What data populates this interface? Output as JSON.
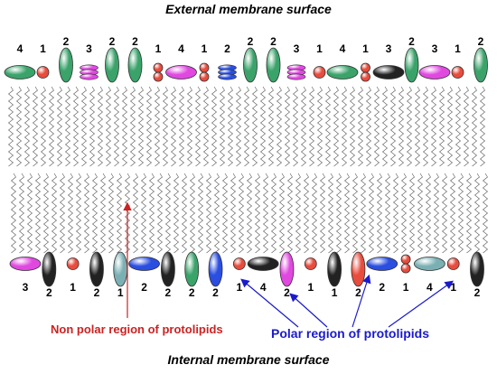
{
  "titles": {
    "external": "External membrane surface",
    "internal": "Internal membrane surface"
  },
  "annotations": {
    "nonpolar": "Non polar region of protolipids",
    "polar": "Polar region of protolipids"
  },
  "legend_types": {
    "1": "small red sphere pair",
    "2": "upright ellipsoid",
    "3": "stacked flat disks",
    "4": "wide flat ellipsoid"
  },
  "colors": {
    "green": "#3aa36a",
    "red": "#e84c3d",
    "magenta": "#e048e0",
    "blue": "#2a4ee0",
    "teal": "#7ab0b4",
    "black": "#222222",
    "nonpolar_arrow": "#cc2222",
    "polar_arrow": "#1a1acc"
  },
  "top_row": [
    {
      "label": "4",
      "type": "flat",
      "color": "green"
    },
    {
      "label": "1",
      "type": "ball",
      "color": "red"
    },
    {
      "label": "2",
      "type": "tall",
      "color": "green"
    },
    {
      "label": "3",
      "type": "disks",
      "color": "magenta"
    },
    {
      "label": "2",
      "type": "tall",
      "color": "green"
    },
    {
      "label": "2",
      "type": "tall",
      "color": "green"
    },
    {
      "label": "1",
      "type": "pair",
      "color": "red"
    },
    {
      "label": "4",
      "type": "flat",
      "color": "magenta"
    },
    {
      "label": "1",
      "type": "pair",
      "color": "red"
    },
    {
      "label": "2",
      "type": "disks",
      "color": "blue"
    },
    {
      "label": "2",
      "type": "tall",
      "color": "green"
    },
    {
      "label": "2",
      "type": "tall",
      "color": "green"
    },
    {
      "label": "3",
      "type": "disks",
      "color": "magenta"
    },
    {
      "label": "1",
      "type": "ball",
      "color": "red"
    },
    {
      "label": "4",
      "type": "flat",
      "color": "green"
    },
    {
      "label": "1",
      "type": "pair",
      "color": "red"
    },
    {
      "label": "3",
      "type": "flat",
      "color": "black"
    },
    {
      "label": "2",
      "type": "tall",
      "color": "green"
    },
    {
      "label": "3",
      "type": "flat",
      "color": "magenta"
    },
    {
      "label": "1",
      "type": "ball",
      "color": "red"
    },
    {
      "label": "2",
      "type": "tall",
      "color": "green"
    }
  ],
  "bottom_row": [
    {
      "label": "3",
      "type": "flat",
      "color": "magenta"
    },
    {
      "label": "2",
      "type": "tall",
      "color": "black"
    },
    {
      "label": "1",
      "type": "ball",
      "color": "red"
    },
    {
      "label": "2",
      "type": "tall",
      "color": "black"
    },
    {
      "label": "1",
      "type": "tall",
      "color": "teal"
    },
    {
      "label": "2",
      "type": "flat",
      "color": "blue"
    },
    {
      "label": "2",
      "type": "tall",
      "color": "black"
    },
    {
      "label": "2",
      "type": "tall",
      "color": "green"
    },
    {
      "label": "2",
      "type": "tall",
      "color": "blue"
    },
    {
      "label": "1",
      "type": "ball",
      "color": "red"
    },
    {
      "label": "4",
      "type": "flat",
      "color": "black"
    },
    {
      "label": "2",
      "type": "tall",
      "color": "magenta"
    },
    {
      "label": "1",
      "type": "ball",
      "color": "red"
    },
    {
      "label": "1",
      "type": "tall",
      "color": "black"
    },
    {
      "label": "2",
      "type": "tall",
      "color": "red"
    },
    {
      "label": "2",
      "type": "flat",
      "color": "blue"
    },
    {
      "label": "1",
      "type": "pair",
      "color": "red"
    },
    {
      "label": "4",
      "type": "flat",
      "color": "teal"
    },
    {
      "label": "1",
      "type": "ball",
      "color": "red"
    },
    {
      "label": "2",
      "type": "tall",
      "color": "black"
    }
  ]
}
